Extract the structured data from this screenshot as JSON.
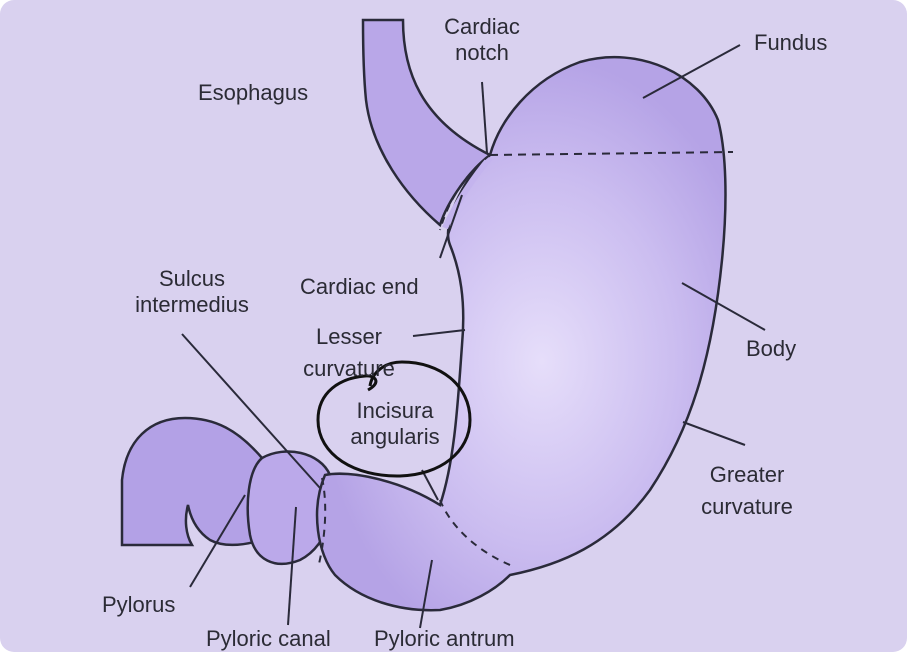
{
  "colors": {
    "background": "#d9d1ef",
    "organ_fill": "#b9a7e8",
    "organ_fill_light": "#e4dcf8",
    "outline": "#2a2a3a",
    "text": "#2b2b35"
  },
  "labels": {
    "cardiac_notch": [
      "Cardiac",
      "notch"
    ],
    "fundus": "Fundus",
    "esophagus": "Esophagus",
    "sulcus_intermedius": [
      "Sulcus",
      "intermedius"
    ],
    "cardiac_end": "Cardiac end",
    "lesser_curvature": [
      "Lesser",
      "curvature"
    ],
    "body": "Body",
    "incisura_angularis": [
      "Incisura",
      "angularis"
    ],
    "greater_curvature": [
      "Greater",
      "curvature"
    ],
    "pylorus": "Pylorus",
    "pyloric_canal": "Pyloric canal",
    "pyloric_antrum": "Pyloric antrum"
  }
}
